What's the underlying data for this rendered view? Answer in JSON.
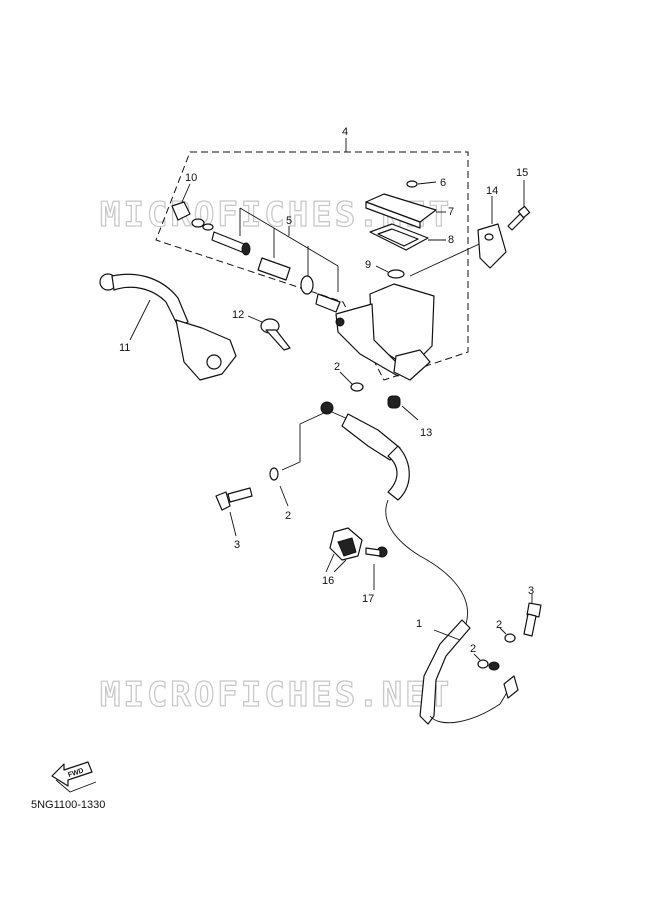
{
  "watermark": "MICROFICHES.NET",
  "diagram_code": "5NG1100-1330",
  "fwd_label": "FWD",
  "callouts": {
    "c1": "1",
    "c2a": "2",
    "c2b": "2",
    "c2c": "2",
    "c2d": "2",
    "c3a": "3",
    "c3b": "3",
    "c4": "4",
    "c5": "5",
    "c6": "6",
    "c7": "7",
    "c8": "8",
    "c9": "9",
    "c10": "10",
    "c11": "11",
    "c12": "12",
    "c13": "13",
    "c14": "14",
    "c15": "15",
    "c16": "16",
    "c17": "17"
  }
}
